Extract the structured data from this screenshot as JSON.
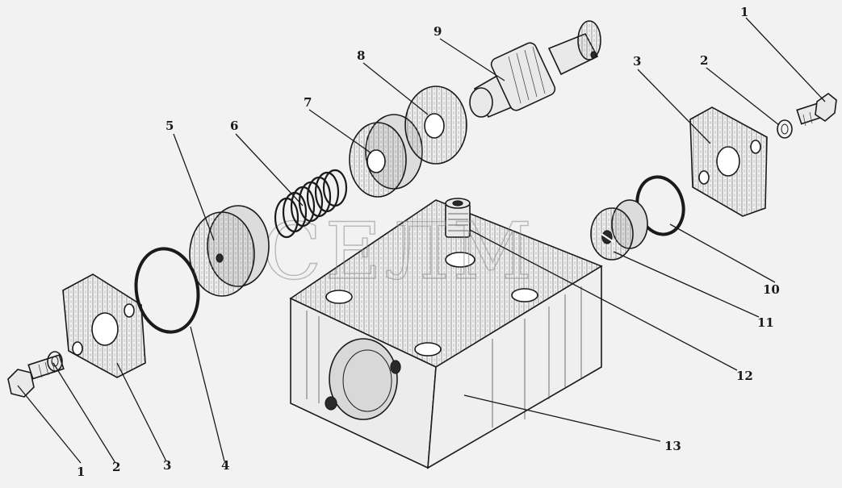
{
  "watermark": "СЕЛМ",
  "parts": [
    {
      "id": "bolt-left",
      "label": "1"
    },
    {
      "id": "washer-left",
      "label": "2"
    },
    {
      "id": "plate-left",
      "label": "3"
    },
    {
      "id": "oring-left",
      "label": "4"
    },
    {
      "id": "piston",
      "label": "5"
    },
    {
      "id": "spring",
      "label": "6"
    },
    {
      "id": "disc-7",
      "label": "7"
    },
    {
      "id": "disc-8",
      "label": "8"
    },
    {
      "id": "spool",
      "label": "9"
    },
    {
      "id": "oring-right",
      "label": "10"
    },
    {
      "id": "plug",
      "label": "11"
    },
    {
      "id": "fitting",
      "label": "12"
    },
    {
      "id": "housing",
      "label": "13"
    },
    {
      "id": "plate-right",
      "label": "3"
    },
    {
      "id": "washer-right",
      "label": "2"
    },
    {
      "id": "bolt-right",
      "label": "1"
    }
  ]
}
